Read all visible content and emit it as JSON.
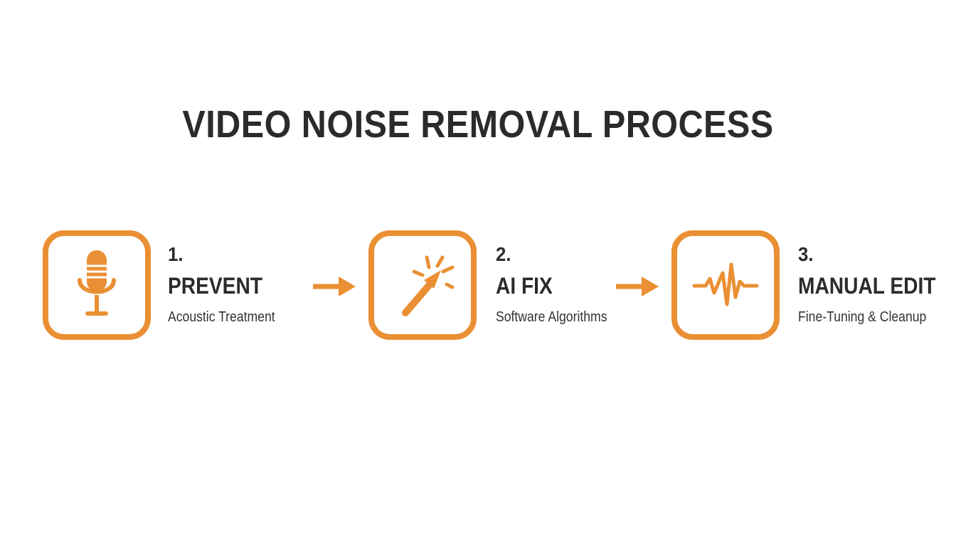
{
  "title": "VIDEO NOISE REMOVAL PROCESS",
  "accent_color": "#ea8f33",
  "text_color": "#2b2b2b",
  "steps": [
    {
      "number": "1.",
      "title": "PREVENT",
      "subtitle": "Acoustic Treatment",
      "icon": "microphone-icon"
    },
    {
      "number": "2.",
      "title": "AI FIX",
      "subtitle": "Software Algorithms",
      "icon": "magic-wand-icon"
    },
    {
      "number": "3.",
      "title": "MANUAL EDIT",
      "subtitle": "Fine-Tuning & Cleanup",
      "icon": "waveform-icon"
    }
  ],
  "connectors": [
    "arrow-right-icon",
    "arrow-right-icon"
  ]
}
